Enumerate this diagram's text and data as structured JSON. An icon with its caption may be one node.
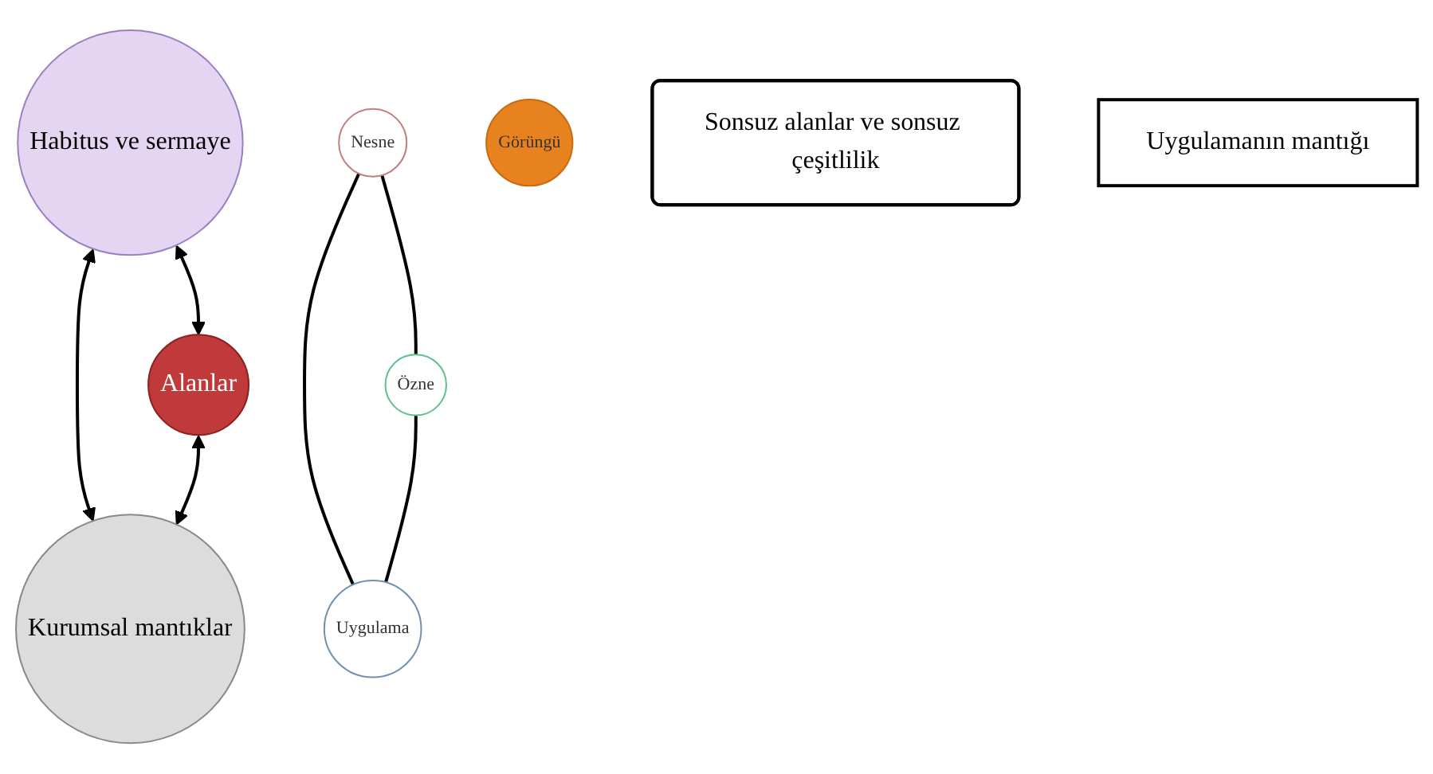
{
  "diagram": {
    "nodes": [
      {
        "text": [
          "Habitus ve sermaye"
        ]
      },
      {
        "text": [
          "Nesne"
        ]
      },
      {
        "text": [
          "Görüngü"
        ]
      },
      {
        "text": [
          "Özne"
        ]
      },
      {
        "text": [
          "Uygulama"
        ]
      },
      {
        "text": [
          "Sonsuz alanlar ve sonsuz çeşitlilik"
        ]
      },
      {
        "text": [
          "Uygulamanın mantığı"
        ]
      },
      {
        "text": [
          "Alanlar"
        ]
      },
      {
        "text": [
          "Kurumsal mantıklar"
        ]
      }
    ],
    "edges": [
      {
        "from": 0,
        "to": 7,
        "arrow": "both"
      },
      {
        "from": 0,
        "to": 8,
        "arrow": "both"
      },
      {
        "from": 7,
        "to": 8,
        "arrow": "both"
      },
      {
        "from": 1,
        "to": 3,
        "arrow": "none"
      },
      {
        "from": 1,
        "to": 4,
        "arrow": "none"
      },
      {
        "from": 3,
        "to": 4,
        "arrow": "none"
      }
    ]
  }
}
